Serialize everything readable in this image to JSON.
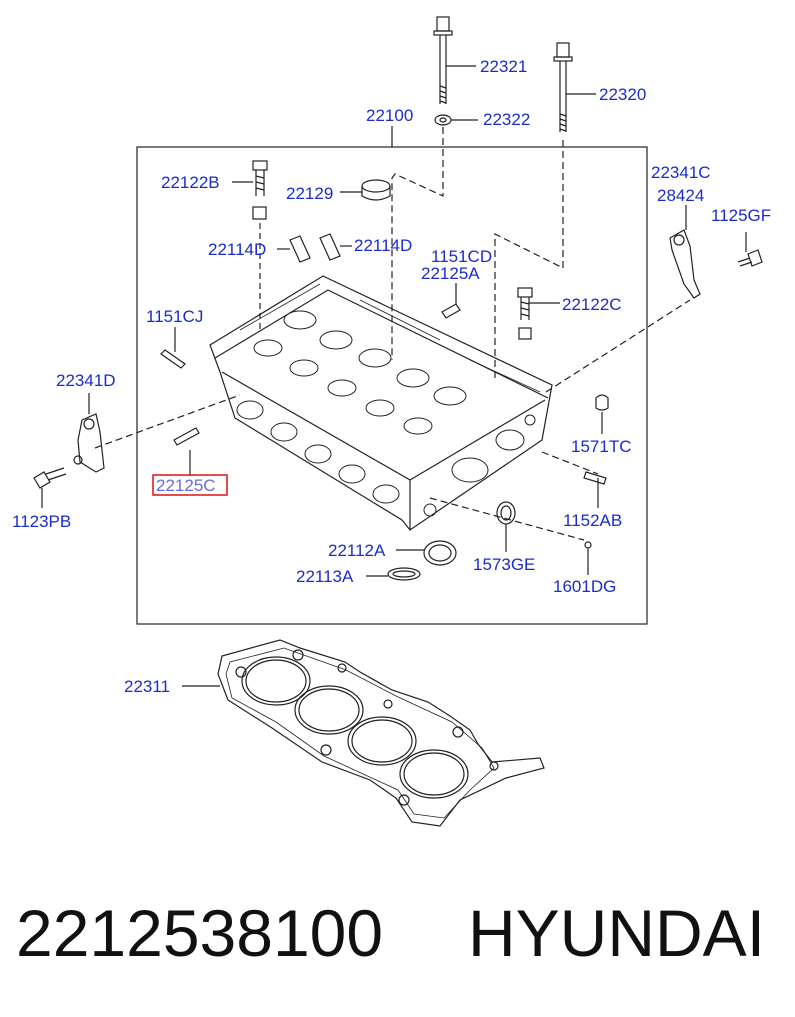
{
  "labels": {
    "l22321": "22321",
    "l22320": "22320",
    "l22100": "22100",
    "l22322": "22322",
    "l22341C": "22341C",
    "l28424": "28424",
    "l22122B": "22122B",
    "l22129": "22129",
    "l1125GF": "1125GF",
    "l22114D_left": "22114D",
    "l22114D_right": "22114D",
    "l1151CD": "1151CD",
    "l22125A": "22125A",
    "l22122C": "22122C",
    "l1151CJ": "1151CJ",
    "l22341D": "22341D",
    "l1571TC": "1571TC",
    "l22125C": "22125C",
    "l1123PB": "1123PB",
    "l1152AB": "1152AB",
    "l22112A": "22112A",
    "l1573GE": "1573GE",
    "l22113A": "22113A",
    "l1601DG": "1601DG",
    "l22311": "22311"
  },
  "highlight": {
    "part": "22125C",
    "box_color": "#e02020"
  },
  "caption": {
    "part_number": "2212538100",
    "brand": "HYUNDAI"
  },
  "colors": {
    "label_text": "#1a2ccc",
    "line_art": "#222222"
  }
}
